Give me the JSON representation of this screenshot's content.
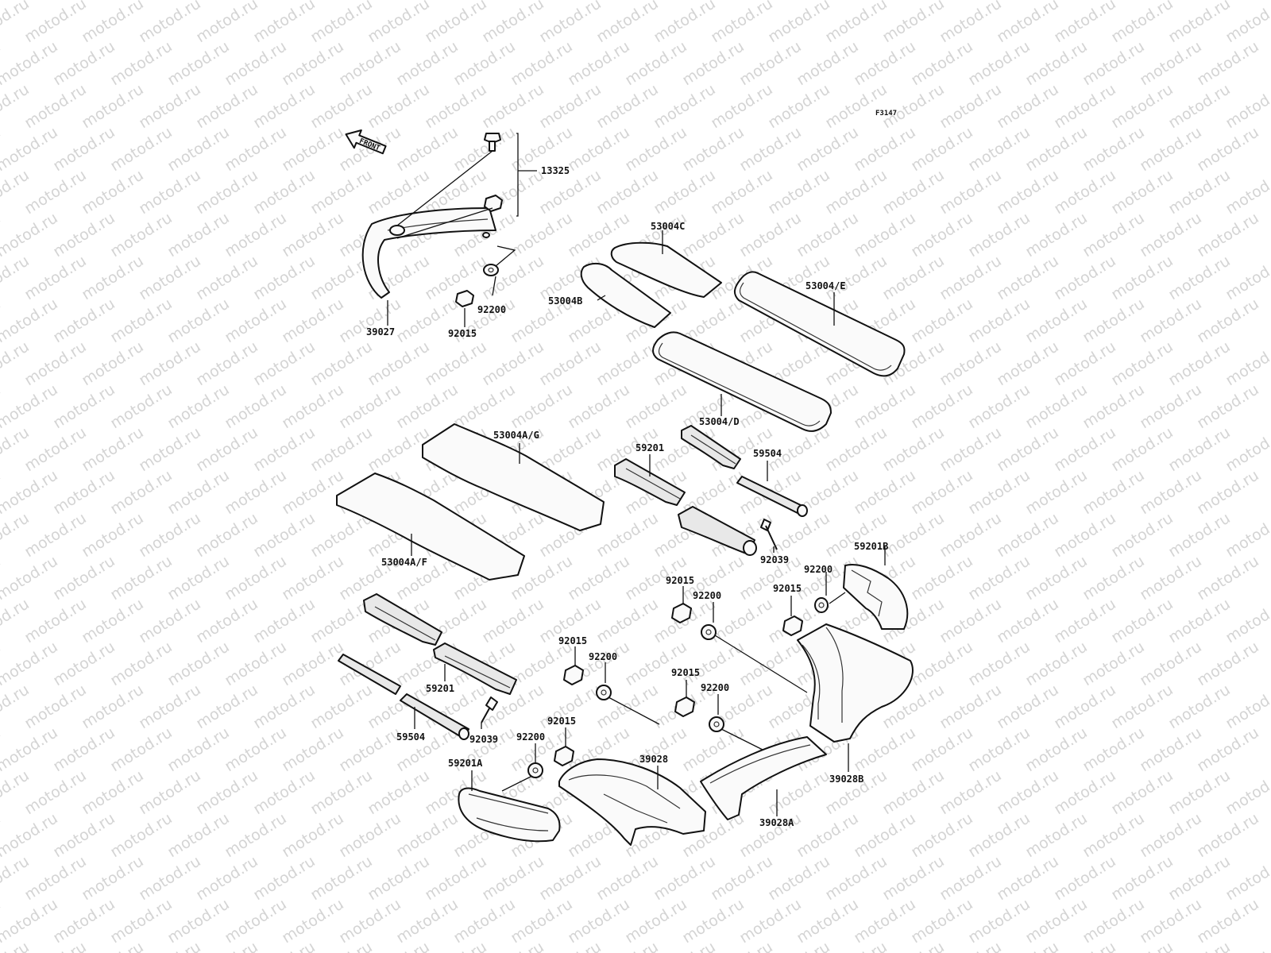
{
  "watermark": {
    "text": "motod.ru"
  },
  "figure_code": "F3147",
  "front_arrow": {
    "label": "FRONT",
    "icon": "front-arrow-icon"
  },
  "callouts": {
    "c13325": "13325",
    "c39027": "39027",
    "c92015_top": "92015",
    "c92200_top": "92200",
    "c53004C": "53004C",
    "c53004B": "53004B",
    "c53004E": "53004/E",
    "c53004D": "53004/D",
    "c53004AG": "53004A/G",
    "c53004AF": "53004A/F",
    "c59201_upper": "59201",
    "c59504_upper": "59504",
    "c92039_upper": "92039",
    "c59201B": "59201B",
    "c92200_right": "92200",
    "c92015_right": "92015",
    "c92015_mid": "92015",
    "c92200_mid": "92200",
    "c92015_lc": "92015",
    "c92200_lc": "92200",
    "c92015_mc": "92015",
    "c92200_mc": "92200",
    "c92015_lw": "92015",
    "c92200_lw": "92200",
    "c59201_lower": "59201",
    "c59504_lower": "59504",
    "c92039_lower": "92039",
    "c59201A": "59201A",
    "c39028": "39028",
    "c39028A": "39028A",
    "c39028B": "39028B"
  }
}
